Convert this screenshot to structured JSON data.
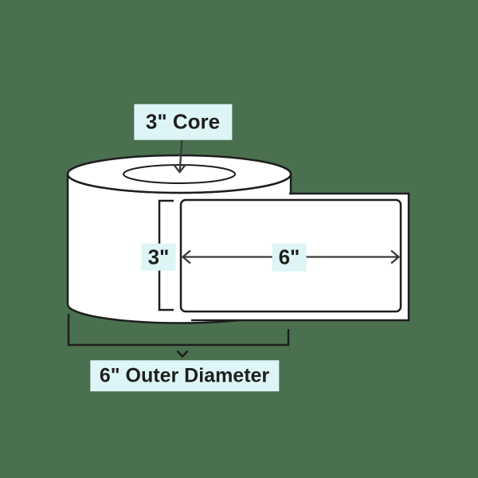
{
  "colors": {
    "background": "#4A7050",
    "callout_bg": "#DDF5F6",
    "text": "#1F1F1F",
    "line": "#1E1E1E",
    "arrow": "#3A3A3A",
    "fill": "#FFFFFF"
  },
  "dimensions": {
    "core_label": "3\" Core",
    "height_label": "3\"",
    "width_label": "6\"",
    "outer_diameter_label": "6\" Outer Diameter",
    "core_in": 3,
    "label_height_in": 3,
    "label_width_in": 6,
    "outer_diameter_in": 6
  }
}
